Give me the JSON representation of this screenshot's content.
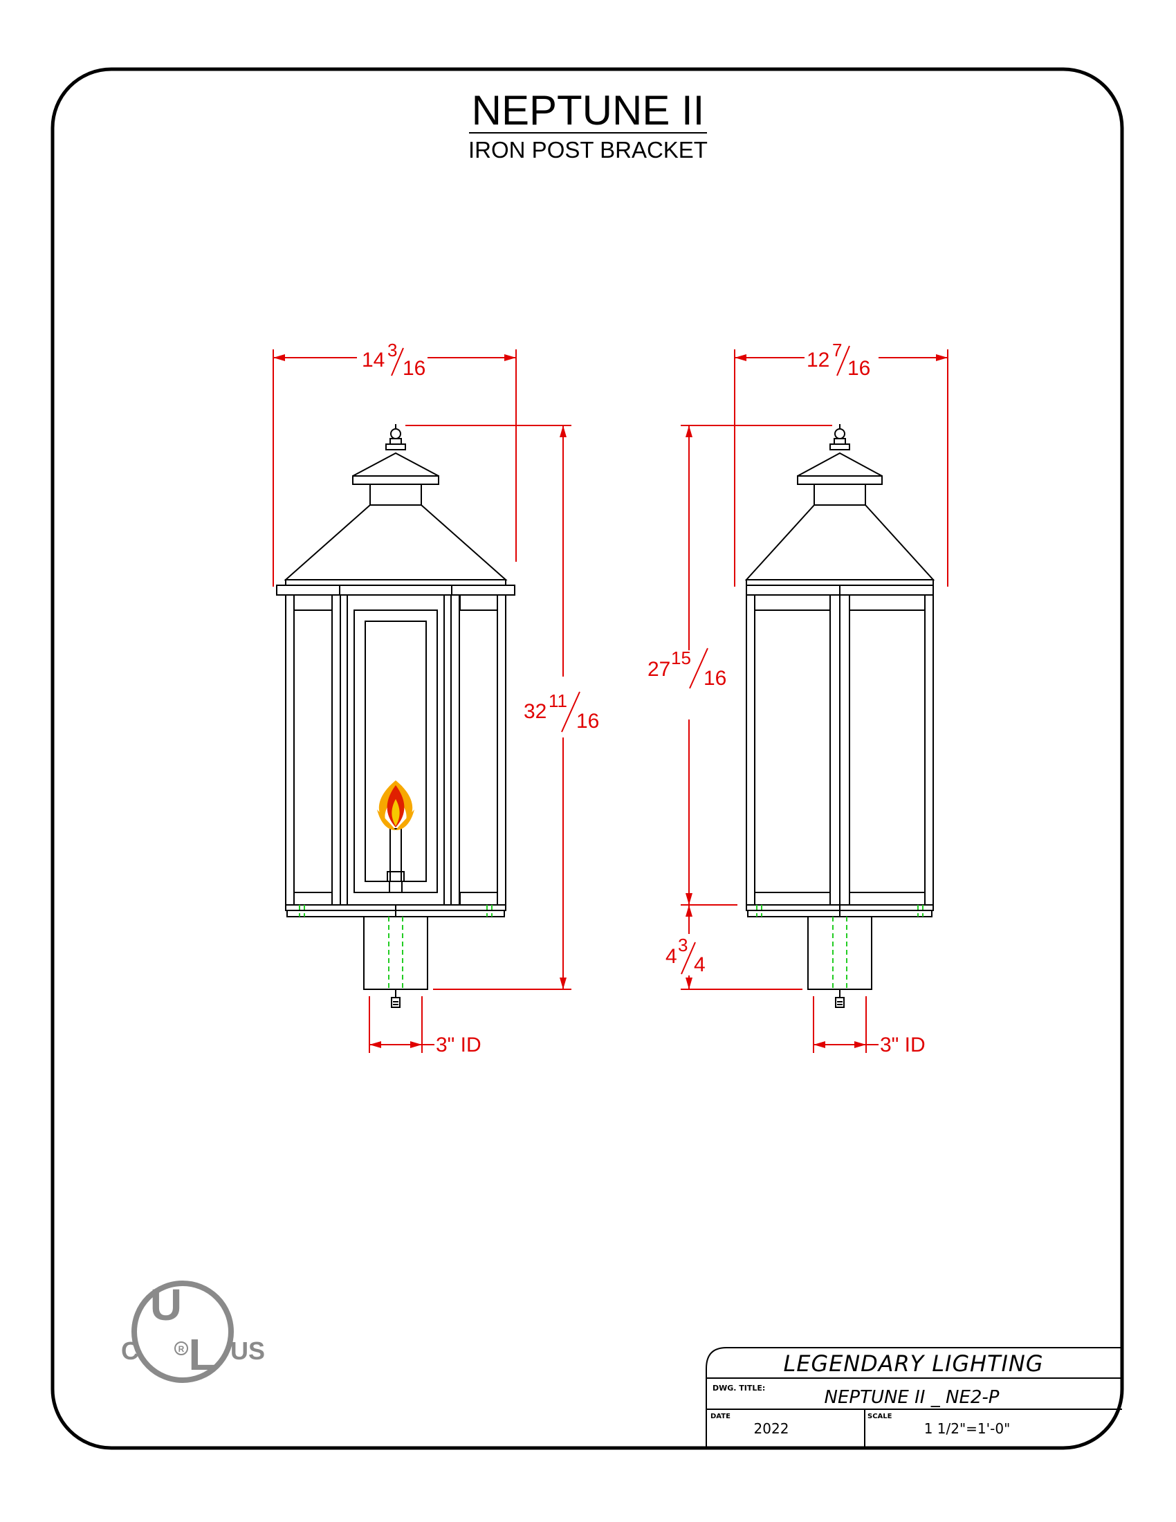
{
  "header": {
    "title": "NEPTUNE II",
    "subtitle": "IRON POST BRACKET"
  },
  "front_view": {
    "width": {
      "whole": "14",
      "num": "3",
      "den": "16"
    },
    "height": {
      "whole": "32",
      "num": "11",
      "den": "16"
    },
    "post_id": "3\" ID"
  },
  "side_view": {
    "width": {
      "whole": "12",
      "num": "7",
      "den": "16"
    },
    "body_height": {
      "whole": "27",
      "num": "15",
      "den": "16"
    },
    "post_height": {
      "whole": "4",
      "num": "3",
      "den": "4"
    },
    "post_id": "3\" ID"
  },
  "certification": {
    "left": "C",
    "right": "US",
    "mark_letters": "UL",
    "registered": "R"
  },
  "title_block": {
    "company": "LEGENDARY LIGHTING",
    "dwg_title_label": "DWG. TITLE:",
    "dwg_title": "NEPTUNE II _ NE2-P",
    "date_label": "DATE",
    "date": "2022",
    "scale_label": "SCALE",
    "scale": "1 1/2\"=1'-0\""
  },
  "colors": {
    "dimension": "#e00000",
    "hidden_line": "#22cc22",
    "outline": "#000000",
    "logo": "#8a8a8a",
    "flame_outer": "#f7a800",
    "flame_inner": "#e02000"
  }
}
